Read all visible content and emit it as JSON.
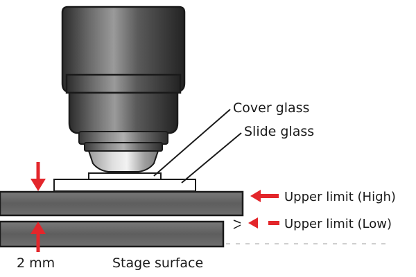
{
  "labels": {
    "cover_glass": "Cover glass",
    "slide_glass": "Slide glass",
    "upper_limit_high": "Upper limit (High)",
    "upper_limit_low": "Upper limit (Low)",
    "distance": "2 mm",
    "stage_surface": "Stage surface"
  },
  "colors": {
    "arrow": "#e3262b",
    "outline": "#1a1a1a",
    "stage_gray": "#6b6b6b",
    "objective_dark": "#4a4a4a"
  }
}
